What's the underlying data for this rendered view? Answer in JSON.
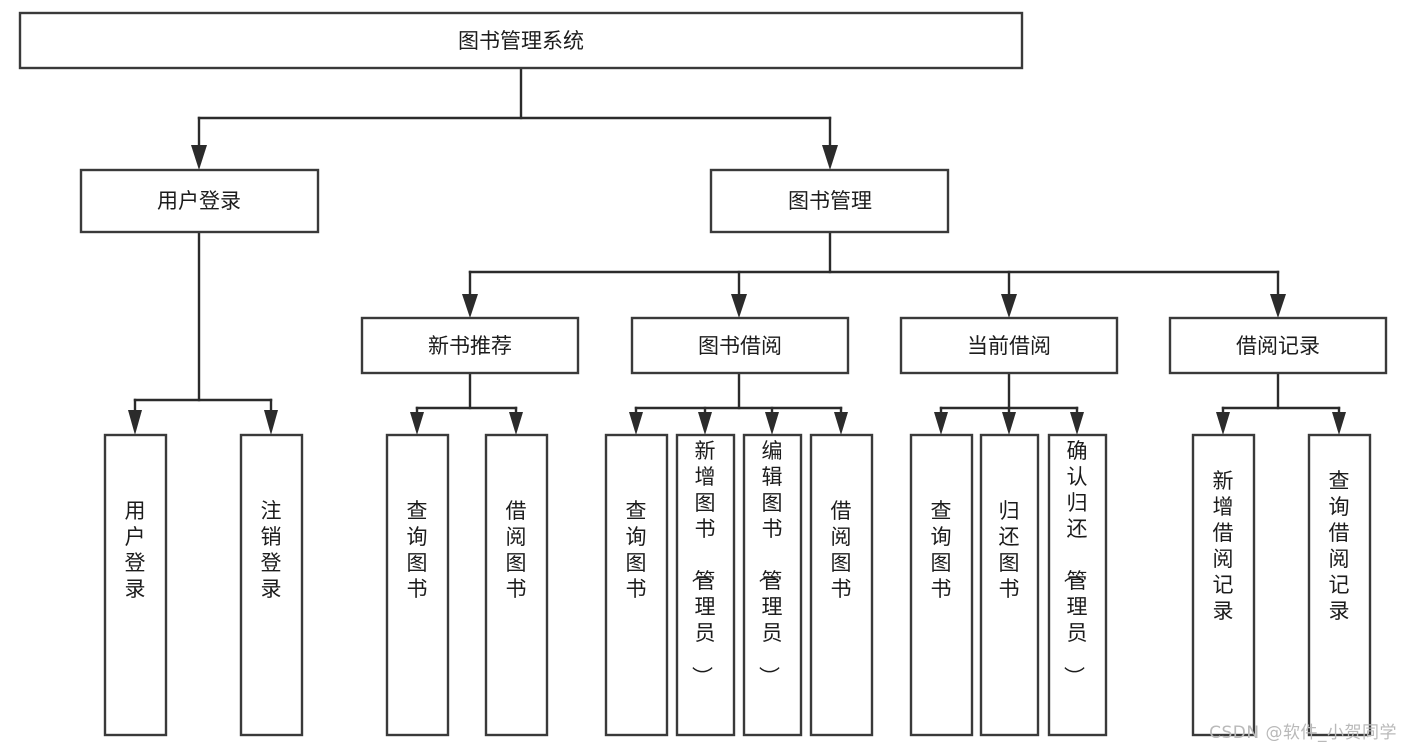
{
  "diagram": {
    "type": "tree",
    "title": "图书管理系统",
    "orientation": "top-down",
    "background_color": "#ffffff",
    "box_stroke_color": "#3a3a3a",
    "connector_color": "#2b2b2b",
    "text_color": "#1c1c1c",
    "root": {
      "id": "root",
      "label": "图书管理系统",
      "text_orientation": "horizontal"
    },
    "level2": [
      {
        "id": "user-login",
        "label": "用户登录",
        "text_orientation": "horizontal"
      },
      {
        "id": "book-management",
        "label": "图书管理",
        "text_orientation": "horizontal"
      }
    ],
    "level3": [
      {
        "id": "new-book-recommend",
        "label": "新书推荐",
        "text_orientation": "horizontal",
        "parent": "book-management"
      },
      {
        "id": "book-borrow",
        "label": "图书借阅",
        "text_orientation": "horizontal",
        "parent": "book-management"
      },
      {
        "id": "current-borrow",
        "label": "当前借阅",
        "text_orientation": "horizontal",
        "parent": "book-management"
      },
      {
        "id": "borrow-record",
        "label": "借阅记录",
        "text_orientation": "horizontal",
        "parent": "book-management"
      }
    ],
    "leaves": [
      {
        "id": "leaf-user-login",
        "label": "用户登录",
        "text_orientation": "vertical",
        "parent": "user-login"
      },
      {
        "id": "leaf-logout",
        "label": "注销登录",
        "text_orientation": "vertical",
        "parent": "user-login"
      },
      {
        "id": "leaf-query-book-1",
        "label": "查询图书",
        "text_orientation": "vertical",
        "parent": "new-book-recommend"
      },
      {
        "id": "leaf-borrow-book-1",
        "label": "借阅图书",
        "text_orientation": "vertical",
        "parent": "new-book-recommend"
      },
      {
        "id": "leaf-query-book-2",
        "label": "查询图书",
        "text_orientation": "vertical",
        "parent": "book-borrow"
      },
      {
        "id": "leaf-add-book",
        "label": "新增图书（管理员）",
        "text_orientation": "vertical",
        "parent": "book-borrow"
      },
      {
        "id": "leaf-edit-book",
        "label": "编辑图书（管理员）",
        "text_orientation": "vertical",
        "parent": "book-borrow"
      },
      {
        "id": "leaf-borrow-book-2",
        "label": "借阅图书",
        "text_orientation": "vertical",
        "parent": "book-borrow"
      },
      {
        "id": "leaf-query-book-3",
        "label": "查询图书",
        "text_orientation": "vertical",
        "parent": "current-borrow"
      },
      {
        "id": "leaf-return-book",
        "label": "归还图书",
        "text_orientation": "vertical",
        "parent": "current-borrow"
      },
      {
        "id": "leaf-confirm-return",
        "label": "确认归还（管理员）",
        "text_orientation": "vertical",
        "parent": "current-borrow"
      },
      {
        "id": "leaf-add-record",
        "label": "新增借阅记录",
        "text_orientation": "vertical",
        "parent": "borrow-record"
      },
      {
        "id": "leaf-query-record",
        "label": "查询借阅记录",
        "text_orientation": "vertical",
        "parent": "borrow-record"
      }
    ]
  },
  "watermark": {
    "text": "CSDN @软件_小贺同学"
  }
}
